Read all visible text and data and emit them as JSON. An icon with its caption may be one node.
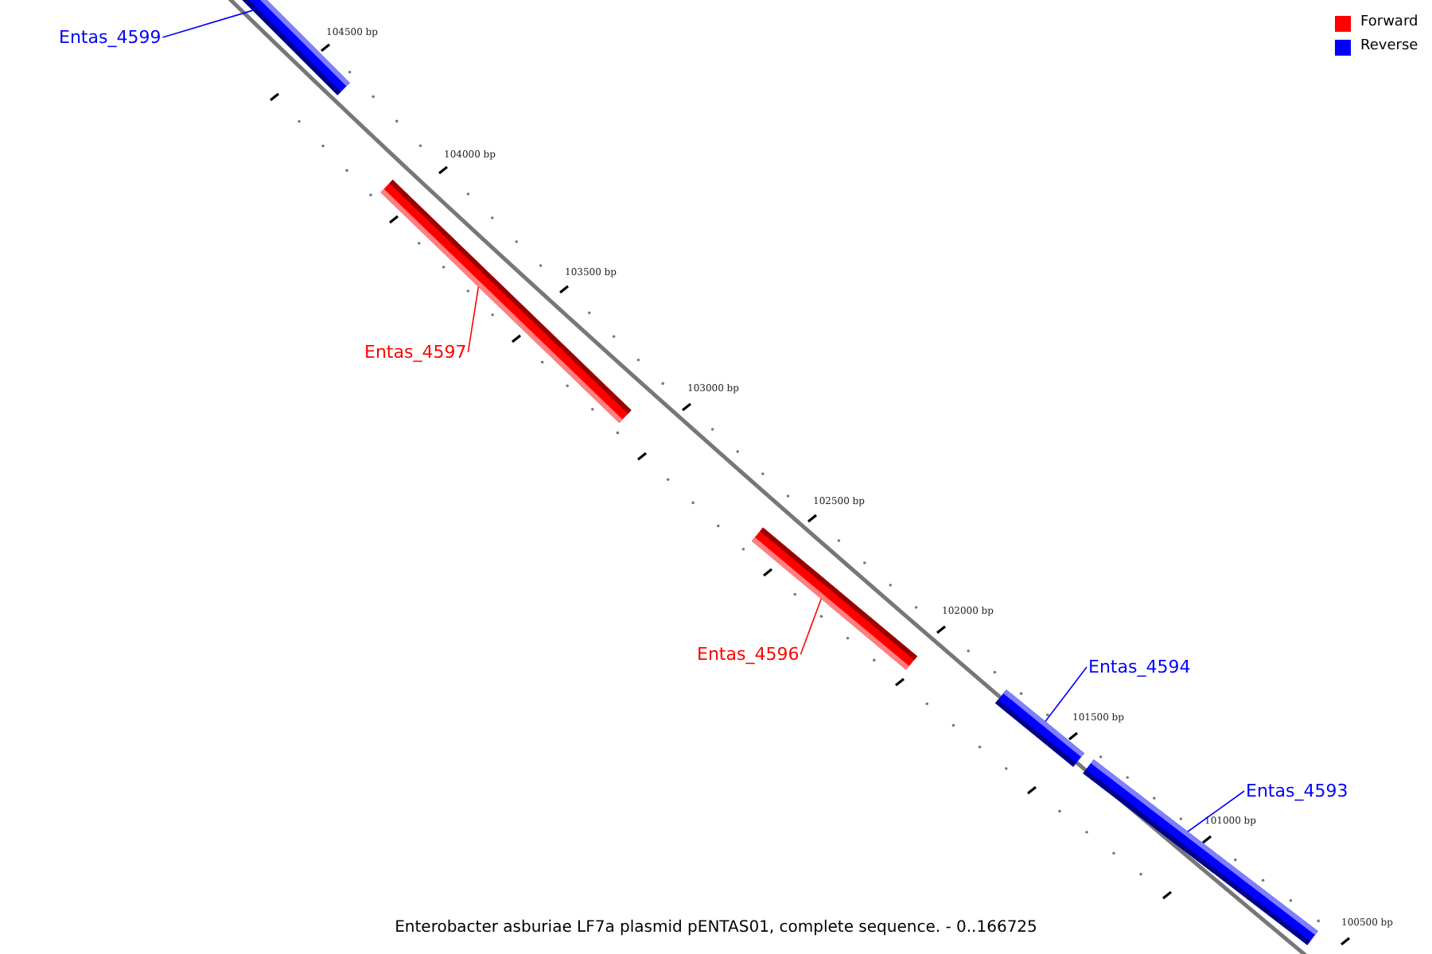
{
  "diagram": {
    "caption": "Enterobacter asburiae LF7a plasmid pENTAS01, complete sequence. - 0..166725",
    "nodes": [
      {
        "text": [
          "Entas_4599"
        ]
      },
      {
        "text": [],
        "shape": "bar"
      },
      {
        "text": [
          "Entas_4597"
        ]
      },
      {
        "text": [],
        "shape": "bar"
      },
      {
        "text": [
          "Entas_4596"
        ]
      },
      {
        "text": [],
        "shape": "bar"
      },
      {
        "text": [
          "Entas_4594"
        ]
      },
      {
        "text": [],
        "shape": "bar"
      },
      {
        "text": [
          "Entas_4593"
        ]
      },
      {
        "text": [],
        "shape": "bar"
      }
    ],
    "edges": [
      {
        "from": 0,
        "to": 1,
        "arrow": "none",
        "color": "#0000ff"
      },
      {
        "from": 2,
        "to": 3,
        "arrow": "none",
        "color": "#ff0000"
      },
      {
        "from": 4,
        "to": 5,
        "arrow": "none",
        "color": "#ff0000"
      },
      {
        "from": 6,
        "to": 7,
        "arrow": "none",
        "color": "#0000ff"
      },
      {
        "from": 8,
        "to": 9,
        "arrow": "none",
        "color": "#0000ff"
      }
    ],
    "labels": [
      "104500 bp",
      "104000 bp",
      "103500 bp",
      "103000 bp",
      "102500 bp",
      "102000 bp",
      "101500 bp",
      "101000 bp",
      "100500 bp"
    ],
    "legend": [
      {
        "text": "Forward",
        "color": "#ff0000"
      },
      {
        "text": "Reverse",
        "color": "#0000ff"
      }
    ]
  }
}
